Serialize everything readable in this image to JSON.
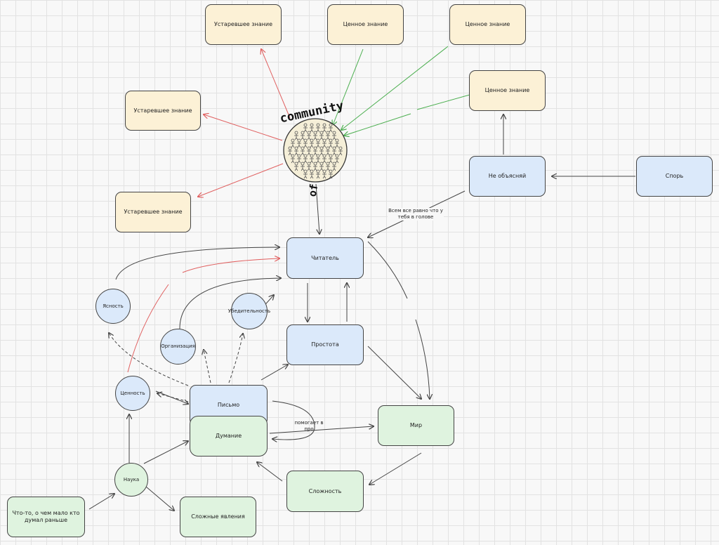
{
  "nodes": {
    "old1": "Устаревшее знание",
    "old2": "Устаревшее знание",
    "old3": "Устаревшее знание",
    "val1": "Ценное знание",
    "val2": "Ценное знание",
    "val3": "Ценное знание",
    "reader": "Читатель",
    "simplicity": "Простота",
    "not_explain": "Не объясняй",
    "dispute": "Спорь",
    "clarity": "Ясность",
    "organization": "Организация",
    "persuasiveness": "Убедительность",
    "value": "Ценность",
    "writing": "Письмо",
    "thinking": "Думание",
    "world": "Мир",
    "complexity": "Сложность",
    "science": "Наука",
    "complex_phen": "Сложные явления",
    "something": "Что-то, о чем мало кто думал раньше"
  },
  "community": {
    "word_top": "community",
    "word_bottom": "of"
  },
  "edge_labels": {
    "head": "Всем все равно что у тебя в голове",
    "helps": "помогает в про"
  },
  "colors": {
    "old_knowledge_edge": "#e06060",
    "valuable_edge": "#4caf50",
    "default_edge": "#444444"
  }
}
